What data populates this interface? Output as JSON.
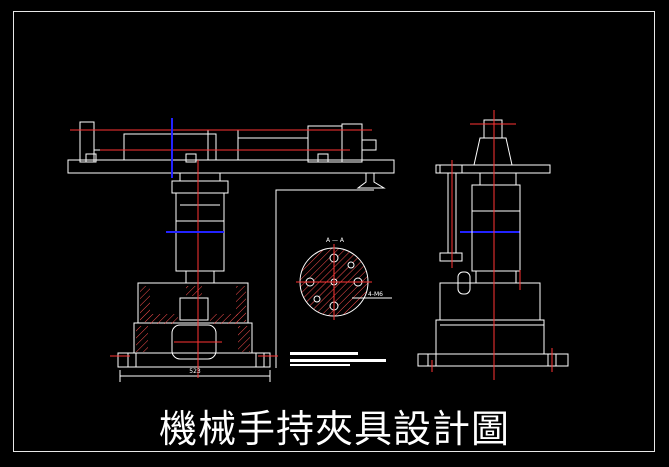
{
  "title": "機械手持夾具設計圖",
  "section_label": "A — A",
  "base_dimension": "523",
  "colors": {
    "background": "#000000",
    "outline": "#ffffff",
    "centerline": "#ff3333",
    "cut_plane": "#2222ff",
    "hatch": "#ff5050",
    "leader": "#ffffff"
  }
}
